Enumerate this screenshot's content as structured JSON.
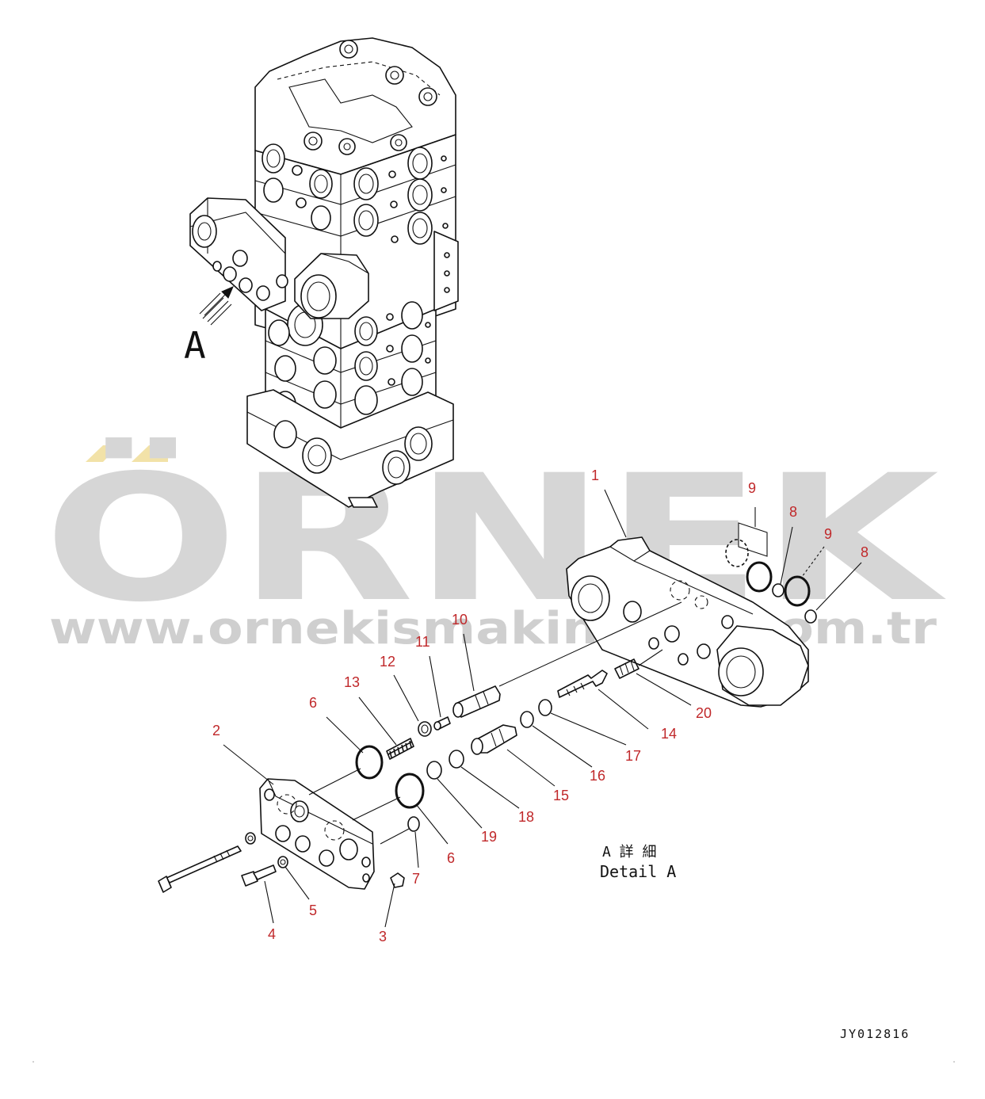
{
  "watermark": {
    "brand": "ÖRNEK",
    "url": "www.ornekismakinalari.com.tr",
    "color": "#d6d6d6",
    "accent": "#f2e2a8"
  },
  "view_marker": {
    "label": "A"
  },
  "detail": {
    "title_jp": "A 詳 細",
    "title_en": "Detail A"
  },
  "drawing_code": "JY012816",
  "callout_color": "#c0282a",
  "callouts": [
    {
      "id": "c1",
      "label": "1"
    },
    {
      "id": "c2",
      "label": "2"
    },
    {
      "id": "c3",
      "label": "3"
    },
    {
      "id": "c4",
      "label": "4"
    },
    {
      "id": "c5",
      "label": "5"
    },
    {
      "id": "c6a",
      "label": "6"
    },
    {
      "id": "c6b",
      "label": "6"
    },
    {
      "id": "c7",
      "label": "7"
    },
    {
      "id": "c8a",
      "label": "8"
    },
    {
      "id": "c8b",
      "label": "8"
    },
    {
      "id": "c9a",
      "label": "9"
    },
    {
      "id": "c9b",
      "label": "9"
    },
    {
      "id": "c10",
      "label": "10"
    },
    {
      "id": "c11",
      "label": "11"
    },
    {
      "id": "c12",
      "label": "12"
    },
    {
      "id": "c13",
      "label": "13"
    },
    {
      "id": "c14",
      "label": "14"
    },
    {
      "id": "c15",
      "label": "15"
    },
    {
      "id": "c16",
      "label": "16"
    },
    {
      "id": "c17",
      "label": "17"
    },
    {
      "id": "c18",
      "label": "18"
    },
    {
      "id": "c19",
      "label": "19"
    },
    {
      "id": "c20",
      "label": "20"
    }
  ]
}
